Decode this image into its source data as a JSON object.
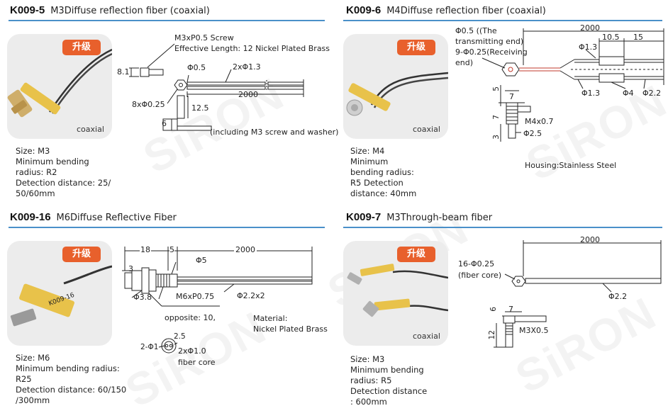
{
  "watermark": "SiRON",
  "badge_label": "升级",
  "sections": [
    {
      "code": "K009-5",
      "name": "M3Diffuse reflection fiber (coaxial)",
      "photo_caption": "coaxial",
      "specs": [
        "Size: M3",
        "Minimum bending",
        "radius: R2",
        "Detection distance: 25/",
        "50/60mm"
      ],
      "drawing": {
        "screw_note_1": "M3xP0.5 Screw",
        "screw_note_2": "Effective Length: 12 Nickel Plated Brass",
        "dim_8_1": "8.1",
        "dia_05": "Φ0.5",
        "dia_2x13": "2xΦ1.3",
        "len_2000": "2000",
        "fibers": "8xΦ0.25",
        "dim_12_5": "12.5",
        "dim_6": "6",
        "note": "(including M3 screw and washer)"
      }
    },
    {
      "code": "K009-6",
      "name": "M4Diffuse reflection fiber (coaxial)",
      "photo_caption": "coaxial",
      "specs": [
        "Size: M4",
        "Minimum",
        "bending radius:",
        "R5 Detection",
        "distance: 40mm"
      ],
      "drawing": {
        "dia_note_1": "Φ0.5  ((The",
        "dia_note_2": "transmitting end)",
        "dia_note_3": "9-Φ0.25(Receiving",
        "dia_note_4": "end)",
        "len_2000": "2000",
        "len_10_5": "10.5",
        "len_15": "15",
        "dia_13a": "Φ1.3",
        "dia_13b": "Φ1.3",
        "dia_4": "Φ4",
        "dia_22": "Φ2.2",
        "dim_5": "5",
        "dim_7a": "7",
        "dim_7b": "7",
        "dim_3": "3",
        "thread": "M4x0.7",
        "dia_25": "Φ2.5",
        "housing": "Housing:Stainless Steel"
      }
    },
    {
      "code": "K009-16",
      "name": "M6Diffuse Reflective Fiber",
      "photo_caption": "",
      "photo_label": "K009-16",
      "specs": [
        "Size: M6",
        "Minimum bending radius:",
        "R25",
        "Detection distance: 60/150",
        "/300mm"
      ],
      "drawing": {
        "len_18": "18",
        "len_5": "5",
        "len_2000": "2000",
        "len_3": "3",
        "dia_5": "Φ5",
        "dia_38": "Φ3.8",
        "thread": "M6xP0.75",
        "dia_22x2": "Φ2.2x2",
        "opposite": "opposite: 10,",
        "material_1": "Material:",
        "material_2": "Nickel Plated Brass",
        "tip_21": "2-Φ1",
        "tip_25": "2.5",
        "tip_2x10": "2xΦ1.0",
        "fiber_core": "fiber core"
      }
    },
    {
      "code": "K009-7",
      "name": "M3Through-beam fiber",
      "photo_caption": "coaxial",
      "specs": [
        "Size: M3",
        "Minimum bending",
        " radius: R5",
        "Detection distance",
        ": 600mm"
      ],
      "drawing": {
        "len_2000": "2000",
        "fiber_1": "16-Φ0.25",
        "fiber_2": "(fiber core)",
        "dia_22": "Φ2.2",
        "dim_6": "6",
        "dim_7": "7",
        "dim_12": "12",
        "thread": "M3X0.5"
      }
    }
  ],
  "colors": {
    "rule": "#4a90c9",
    "badge": "#e8602c",
    "sleeve": "#e8c24a",
    "photo_bg": "#ececec"
  }
}
